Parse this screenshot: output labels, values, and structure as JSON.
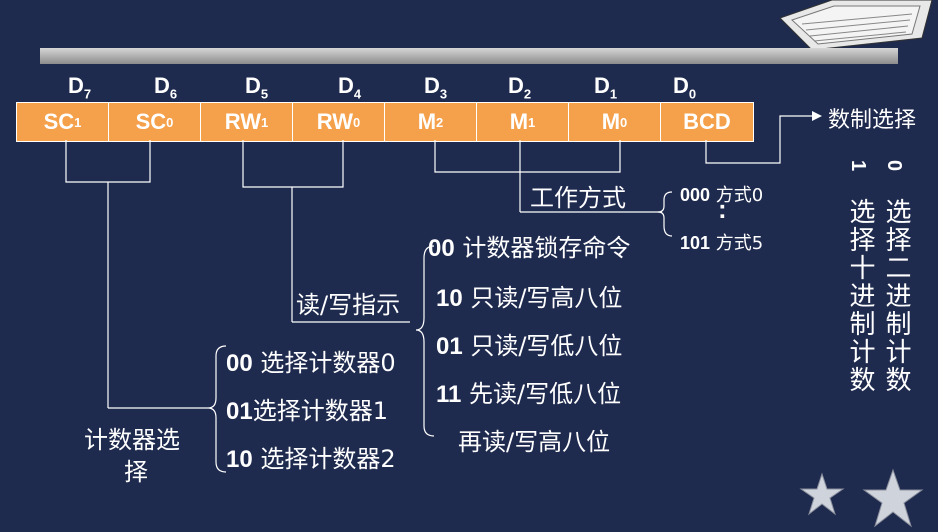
{
  "bits": [
    {
      "label": "D",
      "sub": "7",
      "cell": "SC",
      "cellsub": "1"
    },
    {
      "label": "D",
      "sub": "6",
      "cell": "SC",
      "cellsub": "0"
    },
    {
      "label": "D",
      "sub": "5",
      "cell": "RW",
      "cellsub": "1"
    },
    {
      "label": "D",
      "sub": "4",
      "cell": "RW",
      "cellsub": "0"
    },
    {
      "label": "D",
      "sub": "3",
      "cell": "M",
      "cellsub": "2"
    },
    {
      "label": "D",
      "sub": "2",
      "cell": "M",
      "cellsub": "1"
    },
    {
      "label": "D",
      "sub": "1",
      "cell": "M",
      "cellsub": "0"
    },
    {
      "label": "D",
      "sub": "0",
      "cell": "BCD",
      "cellsub": ""
    }
  ],
  "bcd": {
    "title": "数制选择",
    "opt0_num": "0",
    "opt0_text": "选择二进制计数",
    "opt1_num": "1",
    "opt1_text": "选择十进制计数"
  },
  "mode": {
    "title": "工作方式",
    "first_code": "000",
    "first_text": "方式0",
    "dots": ":",
    "last_code": "101",
    "last_text": "方式5"
  },
  "rw": {
    "title": "读/写指示",
    "options": [
      {
        "code": "00",
        "text": " 计数器锁存命令"
      },
      {
        "code": "10",
        "text": " 只读/写高八位"
      },
      {
        "code": "01",
        "text": " 只读/写低八位"
      },
      {
        "code": "11",
        "text": " 先读/写低八位"
      },
      {
        "code": "",
        "text": "再读/写高八位"
      }
    ]
  },
  "sc": {
    "title_line1": "计数器选",
    "title_line2": "择",
    "options": [
      {
        "code": "00",
        "text": " 选择计数器0"
      },
      {
        "code": "01",
        "text": "选择计数器1"
      },
      {
        "code": "10",
        "text": " 选择计数器2"
      }
    ]
  }
}
